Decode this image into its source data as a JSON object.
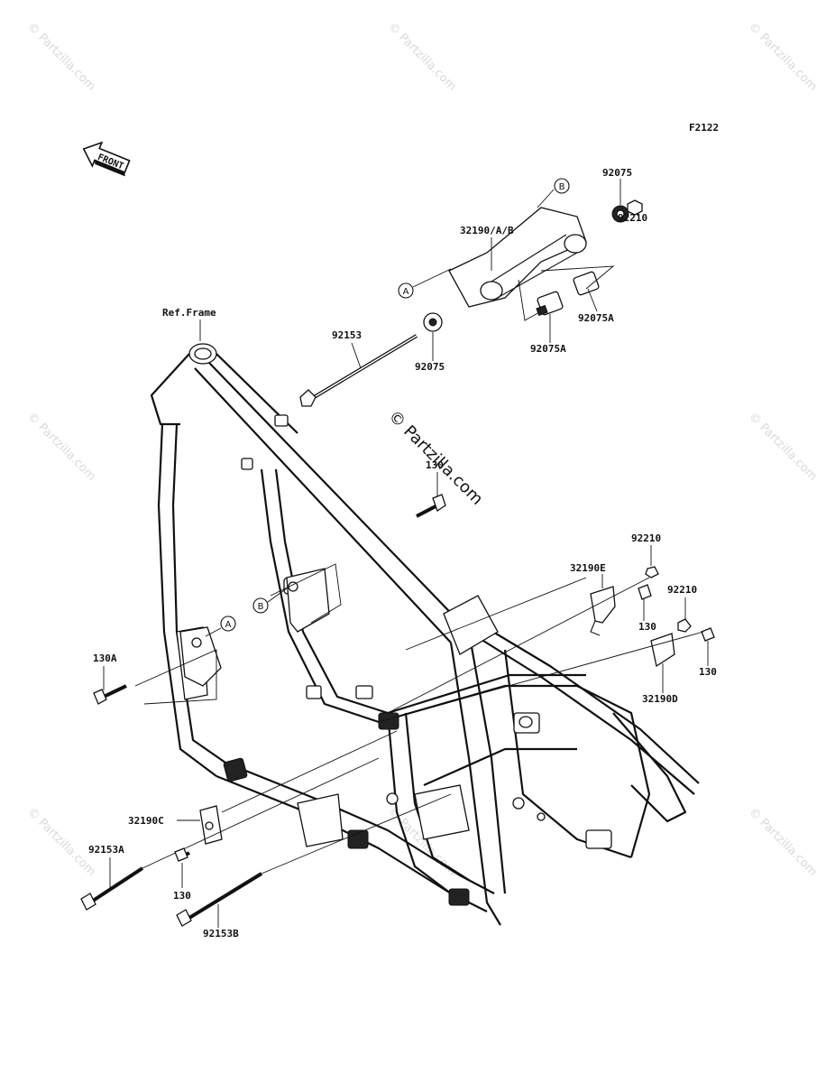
{
  "diagram": {
    "code": "F2122",
    "front_label": "FRONT",
    "ref_frame": "Ref.Frame",
    "center_watermark": "© Partzilla.com",
    "corner_watermark": "© Partzilla.com",
    "callouts": {
      "c_92075_top": "92075",
      "c_b_top": "B",
      "c_32190ab": "32190/A/B",
      "c_92210_top": "92210",
      "c_a_top": "A",
      "c_92075A_right": "92075A",
      "c_92075A_mid": "92075A",
      "c_92153": "92153",
      "c_92075_mid": "92075",
      "c_130_center": "130",
      "c_92210_r1": "92210",
      "c_32190E": "32190E",
      "c_92210_r2": "92210",
      "c_130_r1": "130",
      "c_130_r2": "130",
      "c_32190D": "32190D",
      "c_b_mid": "B",
      "c_a_mid": "A",
      "c_130A": "130A",
      "c_32190C": "32190C",
      "c_92153A": "92153A",
      "c_130_bottom": "130",
      "c_92153B": "92153B"
    }
  }
}
